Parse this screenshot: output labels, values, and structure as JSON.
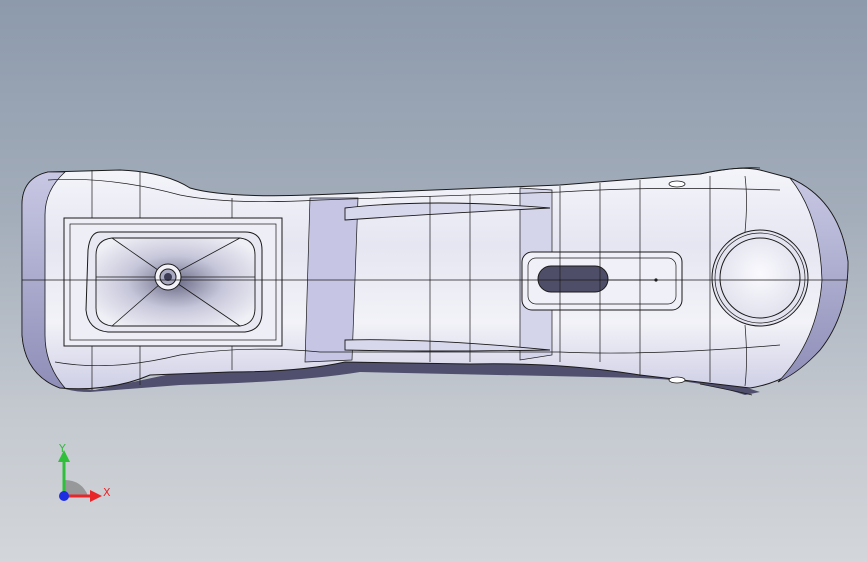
{
  "viewport": {
    "background_top": "#8d9aac",
    "background_bottom": "#d3d6da"
  },
  "model": {
    "view": "top",
    "part_body_color": "#ececf4",
    "part_shade_color": "#b9b9d8",
    "edge_color": "#1a1a1a"
  },
  "triad": {
    "x_label": "X",
    "y_label": "Y",
    "x_color": "#e8262a",
    "y_color": "#2fbf3a",
    "z_color": "#1d2de0"
  }
}
